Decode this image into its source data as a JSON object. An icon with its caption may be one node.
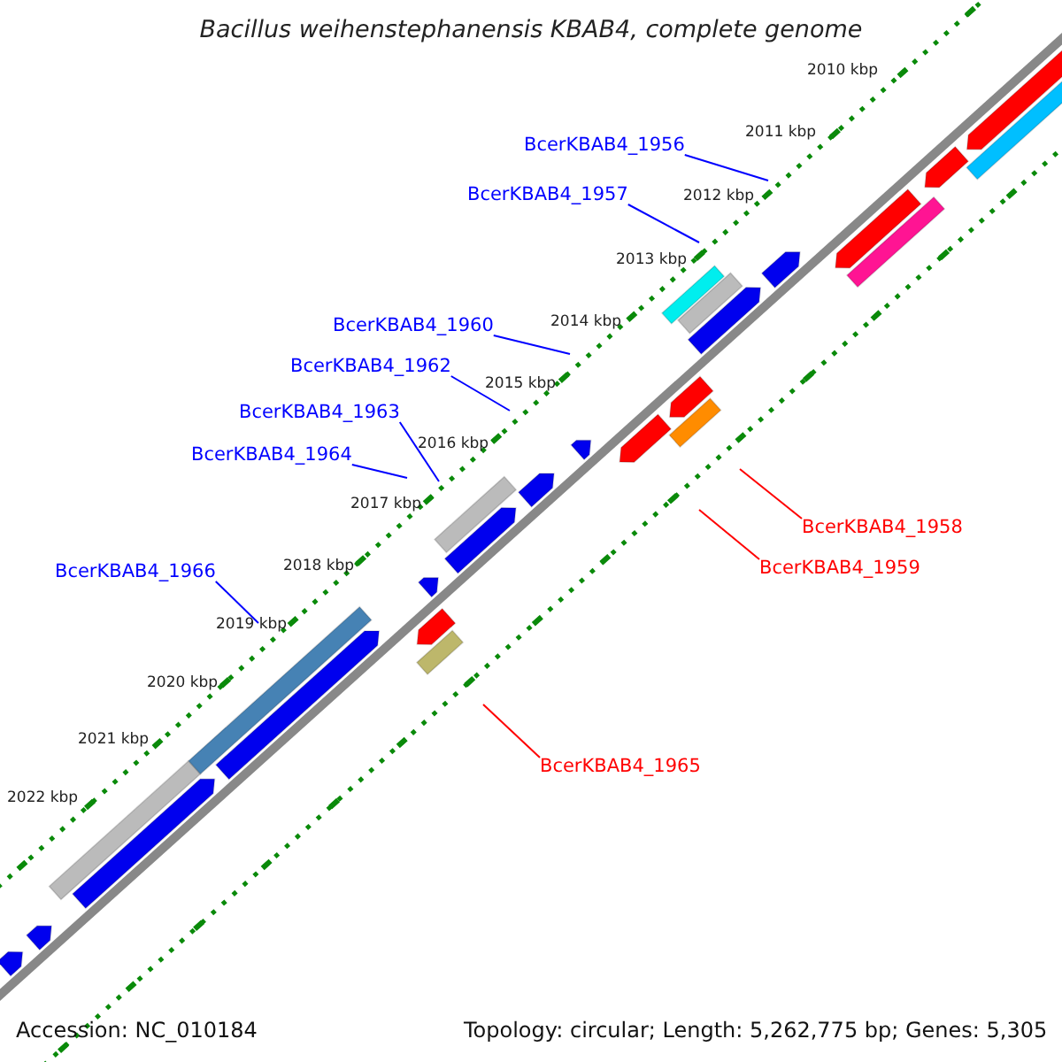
{
  "diagram": {
    "title": "Bacillus weihenstephanensis KBAB4, complete genome",
    "nodes": [
      {
        "text": [
          "BcerKBAB4_1956"
        ]
      },
      {
        "text": [
          "BcerKBAB4_1957"
        ]
      },
      {
        "text": [
          "BcerKBAB4_1960"
        ]
      },
      {
        "text": [
          "BcerKBAB4_1962"
        ]
      },
      {
        "text": [
          "BcerKBAB4_1963"
        ]
      },
      {
        "text": [
          "BcerKBAB4_1964"
        ]
      },
      {
        "text": [
          "BcerKBAB4_1958"
        ]
      },
      {
        "text": [
          "BcerKBAB4_1959"
        ]
      },
      {
        "text": [
          "BcerKBAB4_1966"
        ]
      },
      {
        "text": [
          "BcerKBAB4_1965"
        ]
      }
    ],
    "edges": [
      {
        "from": 0,
        "to": null,
        "arrow": "none"
      },
      {
        "from": 1,
        "to": null,
        "arrow": "none"
      },
      {
        "from": 2,
        "to": null,
        "arrow": "none"
      },
      {
        "from": 3,
        "to": null,
        "arrow": "none"
      },
      {
        "from": 4,
        "to": null,
        "arrow": "none"
      },
      {
        "from": 5,
        "to": null,
        "arrow": "none"
      },
      {
        "from": 6,
        "to": null,
        "arrow": "none",
        "color": "#ff0000"
      },
      {
        "from": 7,
        "to": null,
        "arrow": "none",
        "color": "#ff0000"
      },
      {
        "from": 8,
        "to": null,
        "arrow": "none"
      },
      {
        "from": 9,
        "to": null,
        "arrow": "none",
        "color": "#ff0000"
      }
    ],
    "labels": [
      "2010 kbp",
      "2011 kbp",
      "2012 kbp",
      "2013 kbp",
      "2014 kbp",
      "2015 kbp",
      "2016 kbp",
      "2017 kbp",
      "2018 kbp",
      "2019 kbp",
      "2020 kbp",
      "2021 kbp",
      "2022 kbp",
      "Accession: NC_010184",
      "Topology: circular; Length: 5,262,775 bp; Genes: 5,305"
    ]
  }
}
